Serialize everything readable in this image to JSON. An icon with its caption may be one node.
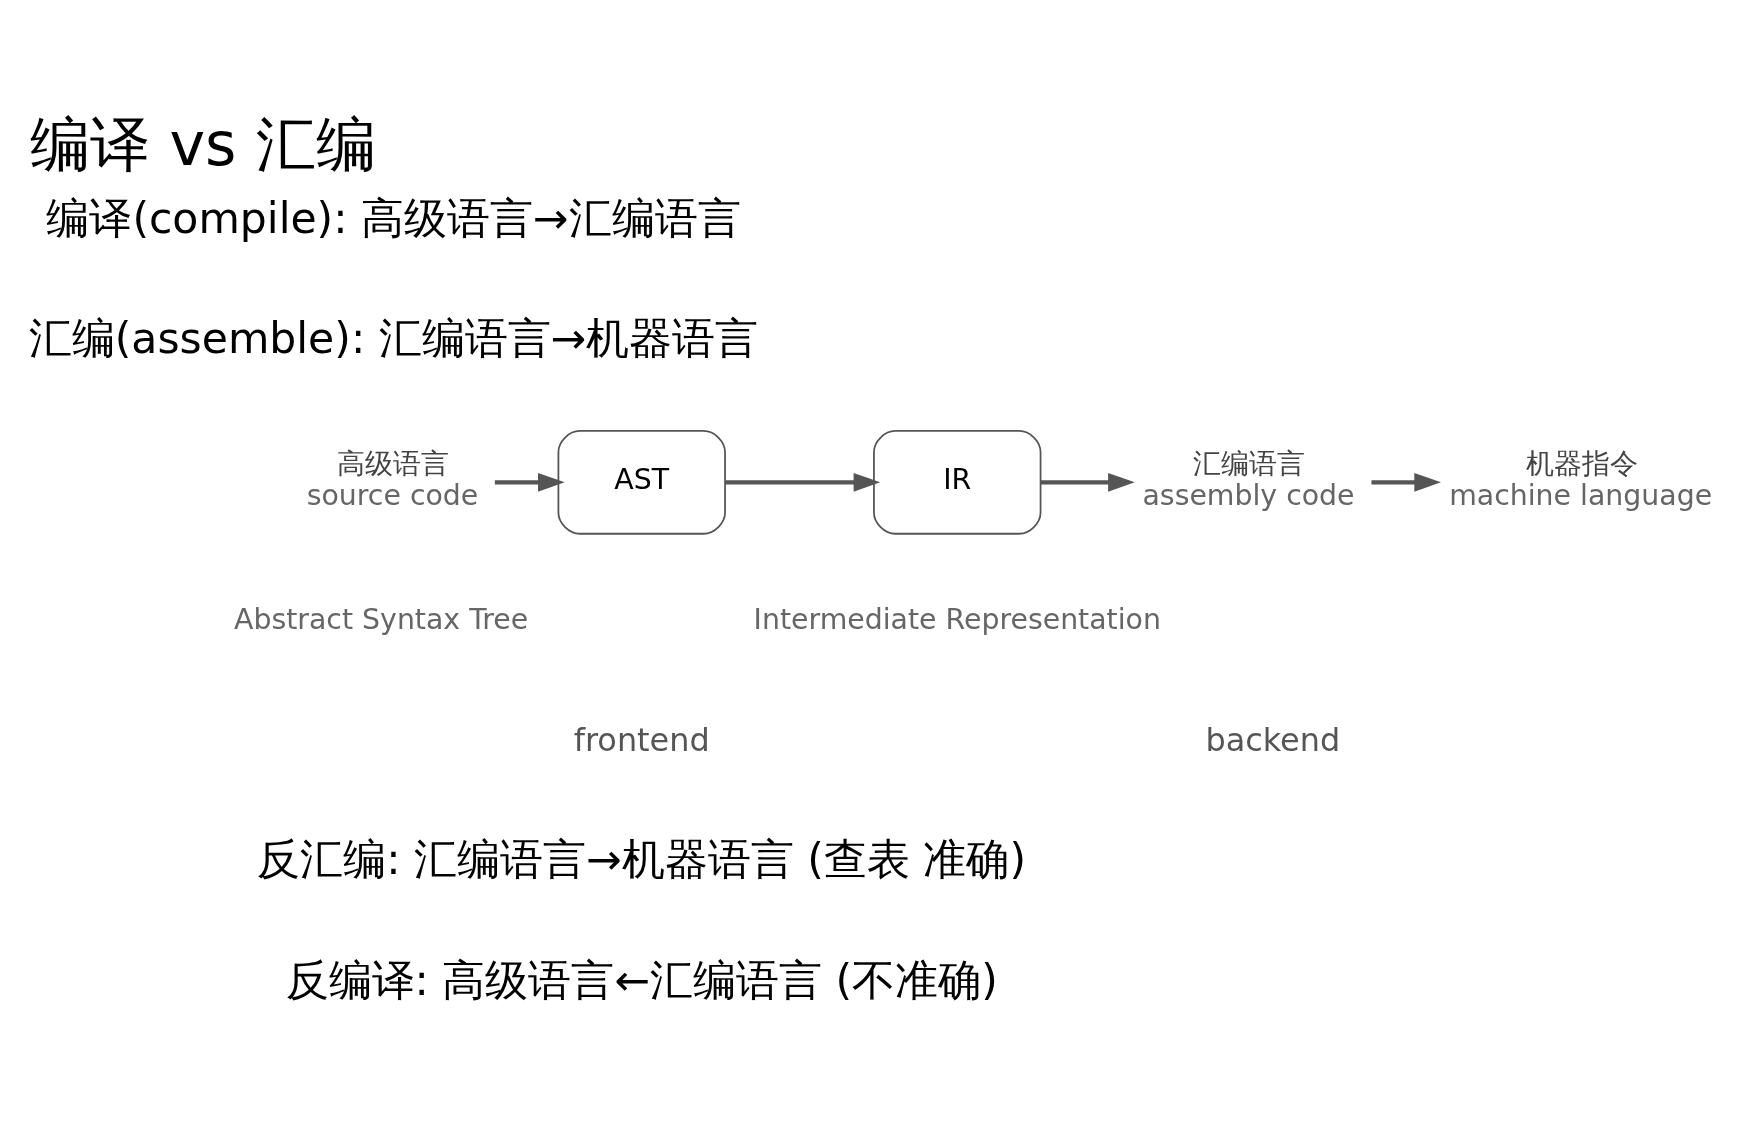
{
  "diagram": {
    "title": "编译 vs 汇编",
    "nodes": [
      {
        "text": [
          "高级语言",
          "source code"
        ]
      },
      {
        "text": [
          "AST"
        ],
        "beside": [
          "Abstract Syntax Tree"
        ]
      },
      {
        "text": [
          "IR"
        ],
        "beside": [
          "Intermediate Representation"
        ]
      },
      {
        "text": [
          "汇编语言",
          "assembly code"
        ]
      },
      {
        "text": [
          "机器指令",
          "machine language"
        ]
      }
    ],
    "edges": [
      {
        "from": 0,
        "to": 1,
        "arrow": "to"
      },
      {
        "from": 1,
        "to": 2,
        "arrow": "to"
      },
      {
        "from": 2,
        "to": 3,
        "arrow": "to"
      },
      {
        "from": 3,
        "to": 4,
        "arrow": "to"
      }
    ],
    "labels": [
      "编译(compile): 高级语言→汇编语言",
      "汇编(assemble): 汇编语言→机器语言",
      "frontend",
      "backend",
      "反汇编: 汇编语言→机器语言 (查表 准确)",
      "反编译: 高级语言←汇编语言 (不准确)"
    ]
  }
}
